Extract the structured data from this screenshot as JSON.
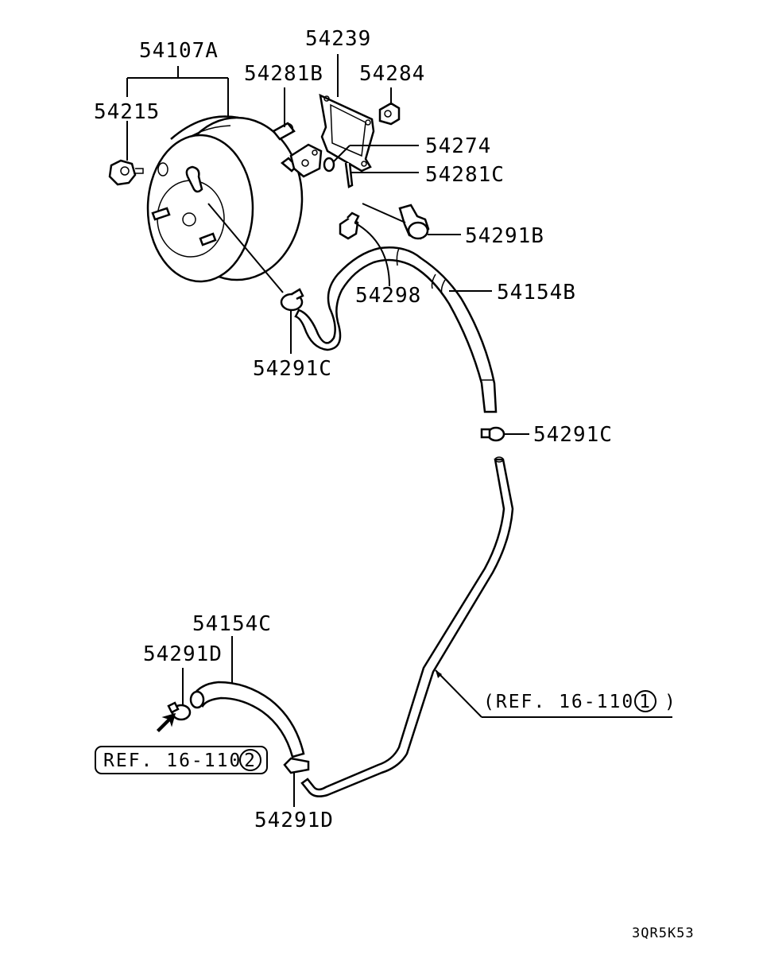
{
  "labels": {
    "p54107A": "54107A",
    "p54215": "54215",
    "p54239": "54239",
    "p54281B": "54281B",
    "p54284": "54284",
    "p54274": "54274",
    "p54281C": "54281C",
    "p54291B": "54291B",
    "p54154B": "54154B",
    "p54298": "54298",
    "p54291C_a": "54291C",
    "p54291C_b": "54291C",
    "p54154C": "54154C",
    "p54291D_a": "54291D",
    "p54291D_b": "54291D"
  },
  "refs": {
    "ref1_text": "(REF. 16-110",
    "ref1_num": "1",
    "ref1_close": ")",
    "ref2_text": "REF. 16-110",
    "ref2_num": "2"
  },
  "diagram_code": "3QR5K53"
}
